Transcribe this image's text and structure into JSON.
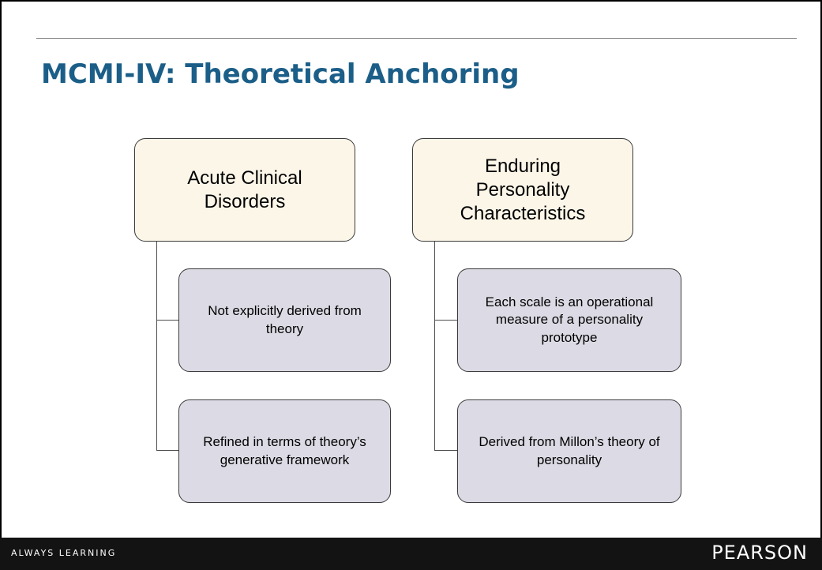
{
  "slide": {
    "title": "MCMI-IV: Theoretical Anchoring"
  },
  "left_branch": {
    "heading": "Acute Clinical Disorders",
    "items": [
      "Not explicitly derived from theory",
      "Refined in terms of theory’s generative framework"
    ]
  },
  "right_branch": {
    "heading": "Enduring Personality Characteristics",
    "items": [
      "Each scale is an operational measure of a personality prototype",
      "Derived from Millon’s theory of personality"
    ]
  },
  "footer": {
    "tagline": "ALWAYS LEARNING",
    "brand": "PEARSON"
  },
  "colors": {
    "title": "#1b5e88",
    "heading_box_fill": "#fcf6e8",
    "item_box_fill": "#dcdbe5",
    "footer_bg": "#131313"
  }
}
